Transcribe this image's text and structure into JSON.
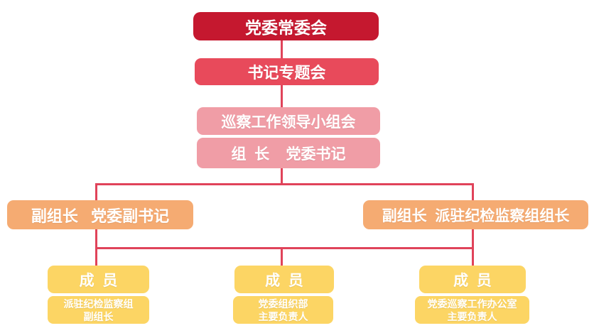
{
  "colors": {
    "level1_crimson": "#C5182F",
    "level2_rose": "#E84A5B",
    "level3_pink": "#F09DA6",
    "level4_orange": "#F5AB72",
    "level5_yellow": "#FCD564",
    "connector": "#E0435A",
    "text": "#FFFFFF",
    "background": "#FFFFFF"
  },
  "nodes": {
    "standing_committee": {
      "label": "党委常委会"
    },
    "secretary_meeting": {
      "label": "书记专题会"
    },
    "leading_group_meeting": {
      "label": "巡察工作领导小组会"
    },
    "group_leader": {
      "label": "组  长    党委书记"
    },
    "deputy_left": {
      "label": "副组长   党委副书记"
    },
    "deputy_right": {
      "label": "副组长  派驻纪检监察组组长"
    },
    "member_left": {
      "label": "成  员",
      "sub": "派驻纪检监察组\n副组长"
    },
    "member_middle": {
      "label": "成  员",
      "sub": "党委组织部\n主要负责人"
    },
    "member_right": {
      "label": "成  员",
      "sub": "党委巡察工作办公室\n主要负责人"
    }
  }
}
